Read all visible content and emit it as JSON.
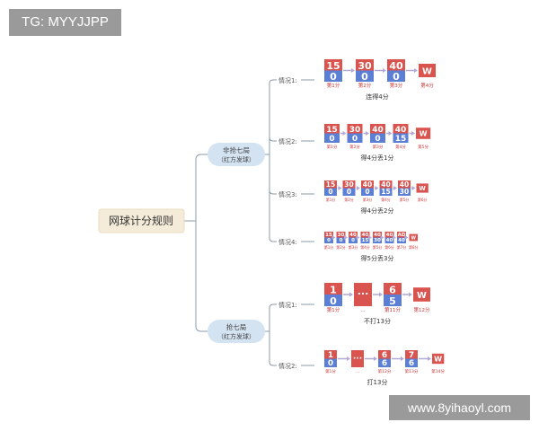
{
  "watermarks": {
    "top_left": "TG: MYYJJPP",
    "bottom_right": "www.8yihaoyl.com"
  },
  "diagram": {
    "root": "网球计分规则",
    "colors": {
      "red": "#d9534f",
      "blue": "#5b7fd4",
      "arrow": "#b3a9d6",
      "connector": "#8a9aaa",
      "root_fill": "#f4ecd9",
      "branch_fill": "#d4e3f2"
    },
    "branches": [
      {
        "label_line1": "非抢七局",
        "label_line2": "（红方发球）",
        "cases": [
          {
            "label": "情况1:",
            "caption": "连得4分",
            "cells": [
              {
                "top": "15",
                "bottom": "0",
                "sub": "第1分"
              },
              {
                "top": "30",
                "bottom": "0",
                "sub": "第2分"
              },
              {
                "top": "40",
                "bottom": "0",
                "sub": "第3分"
              }
            ],
            "end": {
              "label": "W",
              "sub": "第4分"
            }
          },
          {
            "label": "情况2:",
            "caption": "得4分丢1分",
            "cells": [
              {
                "top": "15",
                "bottom": "0",
                "sub": "第1分"
              },
              {
                "top": "30",
                "bottom": "0",
                "sub": "第2分"
              },
              {
                "top": "40",
                "bottom": "0",
                "sub": "第3分"
              },
              {
                "top": "40",
                "bottom": "15",
                "sub": "第4分"
              }
            ],
            "end": {
              "label": "W",
              "sub": "第5分"
            }
          },
          {
            "label": "情况3:",
            "caption": "得4分丢2分",
            "cells": [
              {
                "top": "15",
                "bottom": "0",
                "sub": "第1分"
              },
              {
                "top": "30",
                "bottom": "0",
                "sub": "第2分"
              },
              {
                "top": "40",
                "bottom": "0",
                "sub": "第3分"
              },
              {
                "top": "40",
                "bottom": "15",
                "sub": "第4分"
              },
              {
                "top": "40",
                "bottom": "30",
                "sub": "第5分"
              }
            ],
            "end": {
              "label": "W",
              "sub": "第6分"
            }
          },
          {
            "label": "情况4:",
            "caption": "得5分丢3分",
            "cells": [
              {
                "top": "15",
                "bottom": "0",
                "sub": "第1分"
              },
              {
                "top": "30",
                "bottom": "0",
                "sub": "第2分"
              },
              {
                "top": "40",
                "bottom": "0",
                "sub": "第3分"
              },
              {
                "top": "40",
                "bottom": "15",
                "sub": "第4分"
              },
              {
                "top": "40",
                "bottom": "30",
                "sub": "第5分"
              },
              {
                "top": "40",
                "bottom": "40",
                "sub": "第6分"
              },
              {
                "top": "AD",
                "bottom": "40",
                "sub": "第7分"
              }
            ],
            "end": {
              "label": "W",
              "sub": "第8分"
            }
          }
        ]
      },
      {
        "label_line1": "抢七局",
        "label_line2": "（红方发球）",
        "cases": [
          {
            "label": "情况1:",
            "caption": "不打13分",
            "cells": [
              {
                "top": "1",
                "bottom": "0",
                "sub": "第1分"
              },
              {
                "top": "...",
                "bottom": "",
                "sub": "..."
              },
              {
                "top": "6",
                "bottom": "5",
                "sub": "第11分"
              }
            ],
            "end": {
              "label": "W",
              "sub": "第12分"
            }
          },
          {
            "label": "情况2:",
            "caption": "打13分",
            "cells": [
              {
                "top": "1",
                "bottom": "0",
                "sub": "第1分"
              },
              {
                "top": "...",
                "bottom": "",
                "sub": "..."
              },
              {
                "top": "6",
                "bottom": "6",
                "sub": "第12分"
              },
              {
                "top": "7",
                "bottom": "6",
                "sub": "第13分"
              }
            ],
            "end": {
              "label": "W",
              "sub": "第14分"
            }
          }
        ]
      }
    ]
  }
}
